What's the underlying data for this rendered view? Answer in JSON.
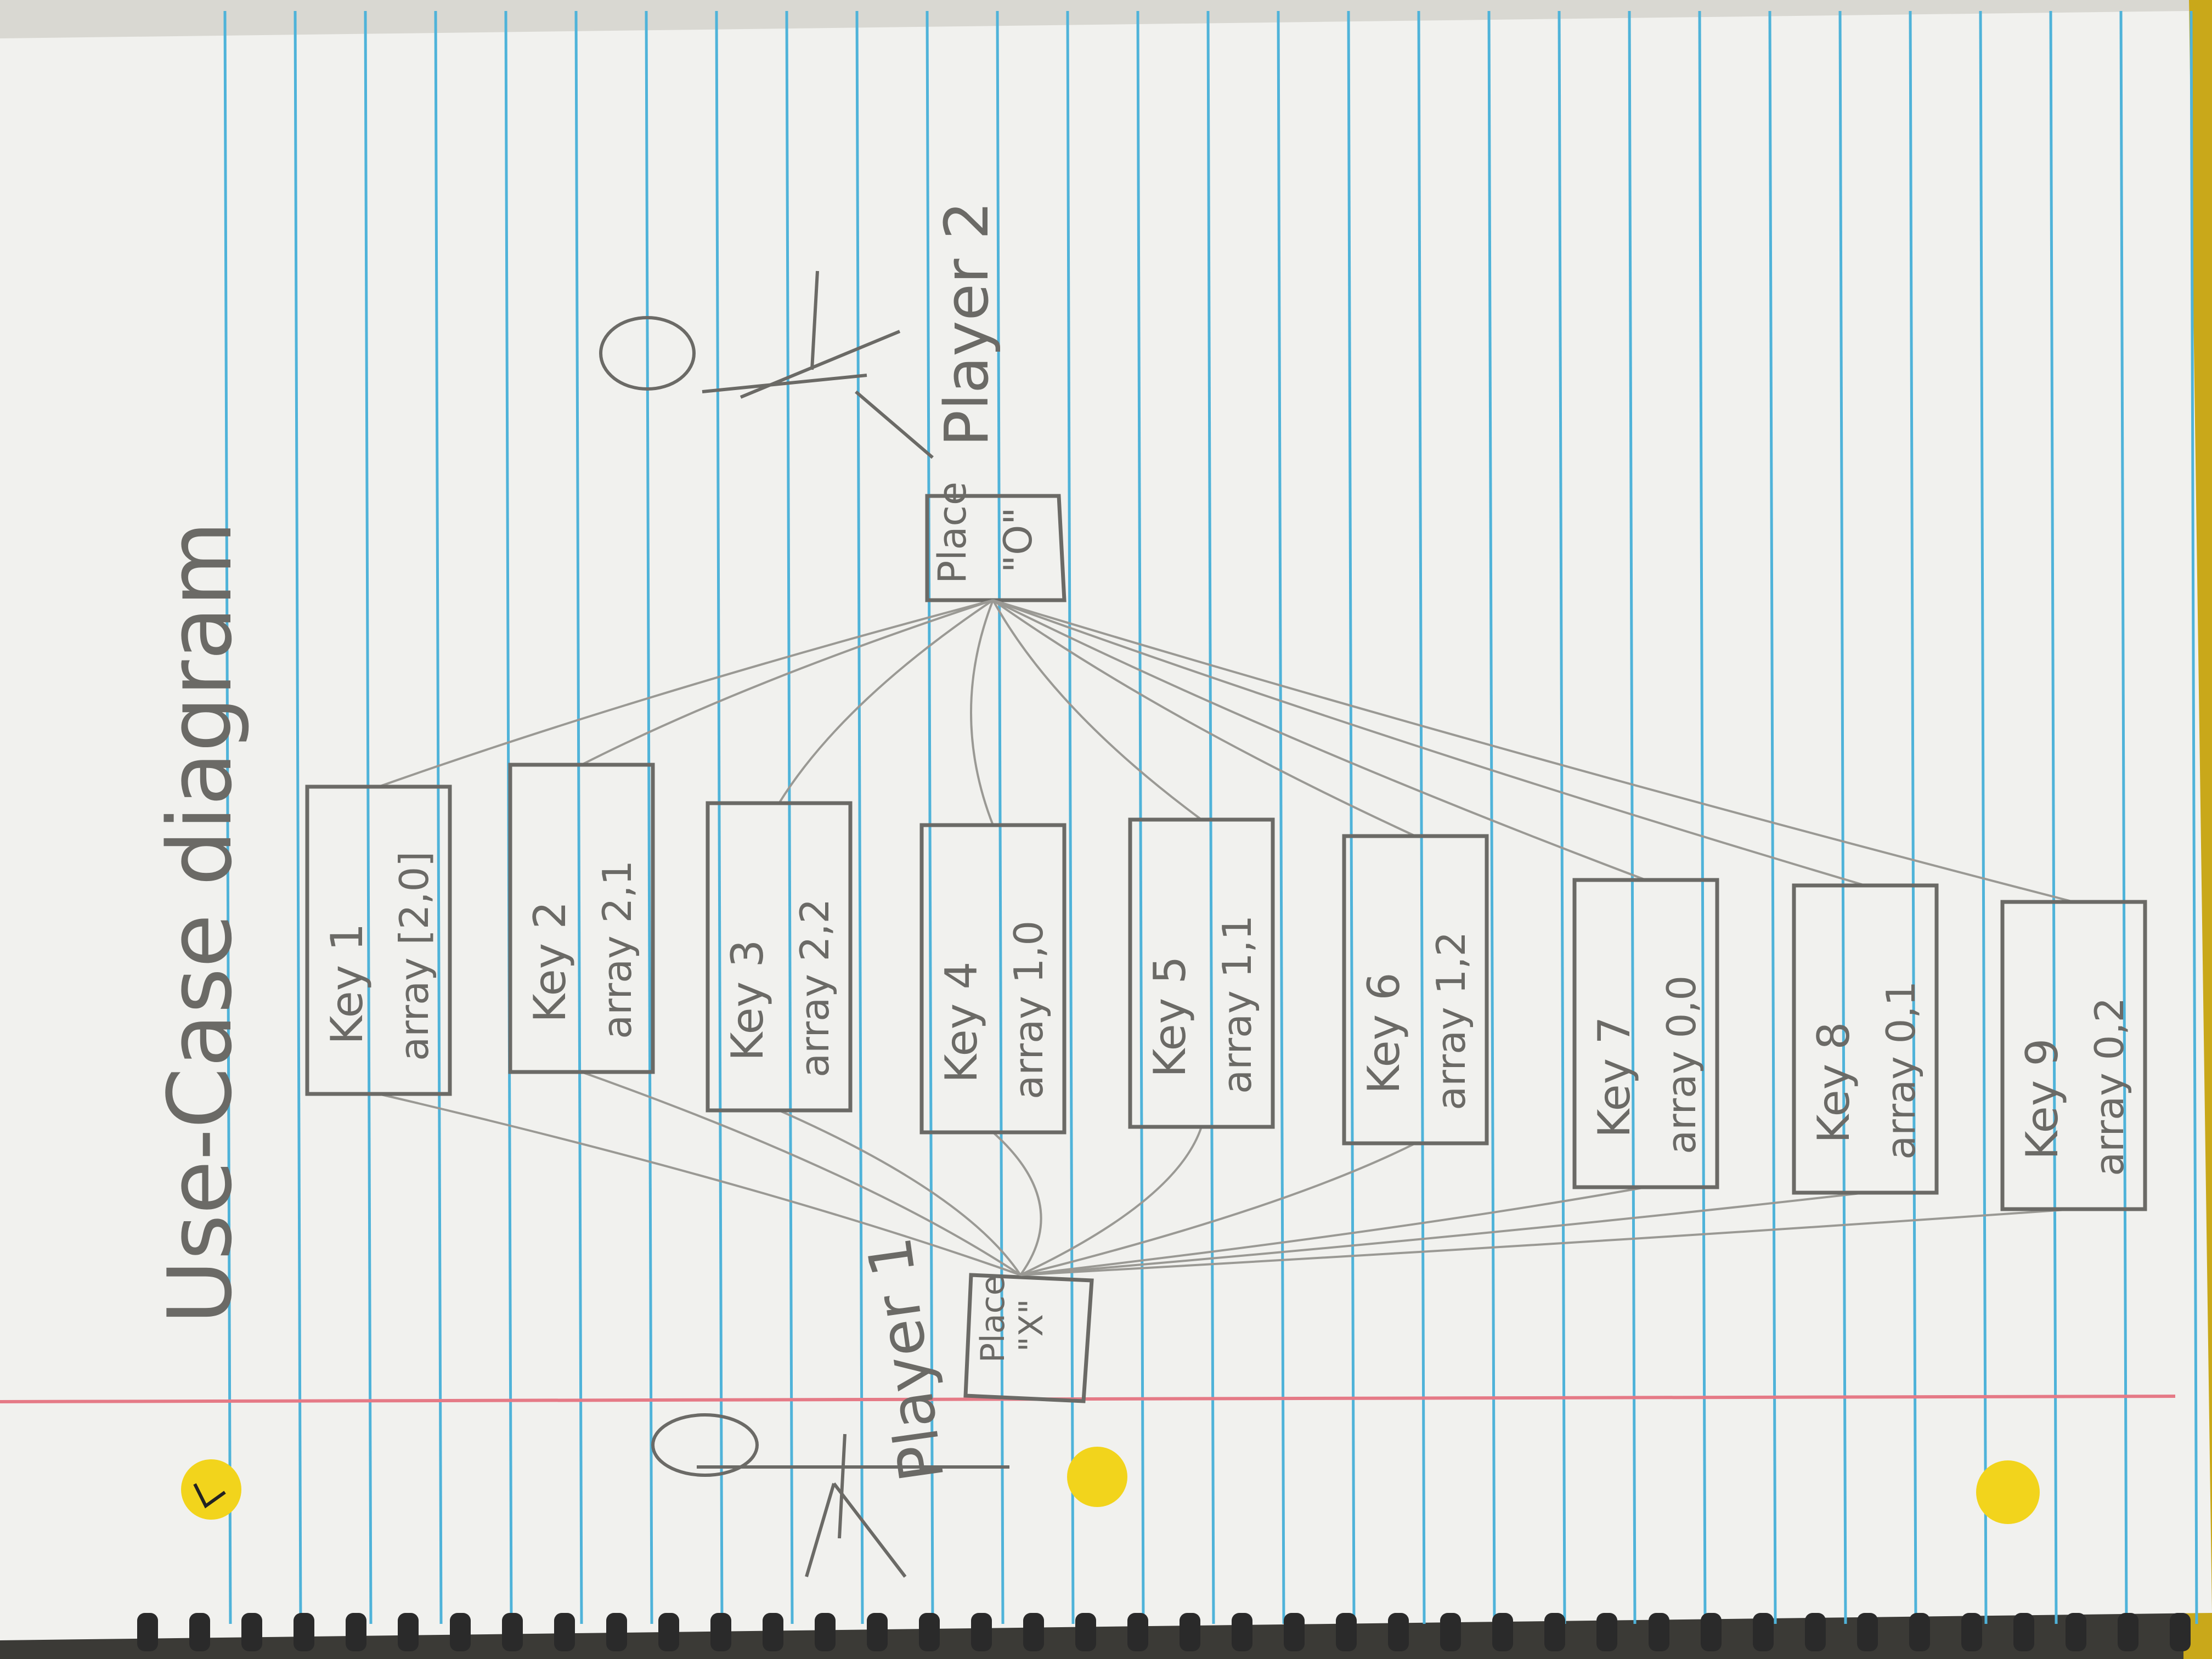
{
  "title": "Use-Case diagram",
  "actors": {
    "player1": {
      "label": "Player 1"
    },
    "player2": {
      "label": "Player 2"
    }
  },
  "actions": {
    "place_x": {
      "line1": "Place",
      "line2": "\"X\""
    },
    "place_o": {
      "line1": "Place",
      "line2": "\"O\""
    }
  },
  "keys": [
    {
      "key": "Key 1",
      "array": "array [2,0]"
    },
    {
      "key": "Key 2",
      "array": "array 2,1"
    },
    {
      "key": "Key 3",
      "array": "array 2,2"
    },
    {
      "key": "Key 4",
      "array": "array 1,0"
    },
    {
      "key": "Key 5",
      "array": "array 1,1"
    },
    {
      "key": "Key 6",
      "array": "array 1,2"
    },
    {
      "key": "Key 7",
      "array": "array 0,0"
    },
    {
      "key": "Key 8",
      "array": "array 0,1"
    },
    {
      "key": "Key 9",
      "array": "array 0,2"
    }
  ],
  "colors": {
    "paper": "#f1f1ee",
    "rule_line": "#4fb3d9",
    "margin_line": "#e57a86",
    "pencil": "#6b6a66",
    "punch_hole_sticker": "#f2d41c"
  }
}
